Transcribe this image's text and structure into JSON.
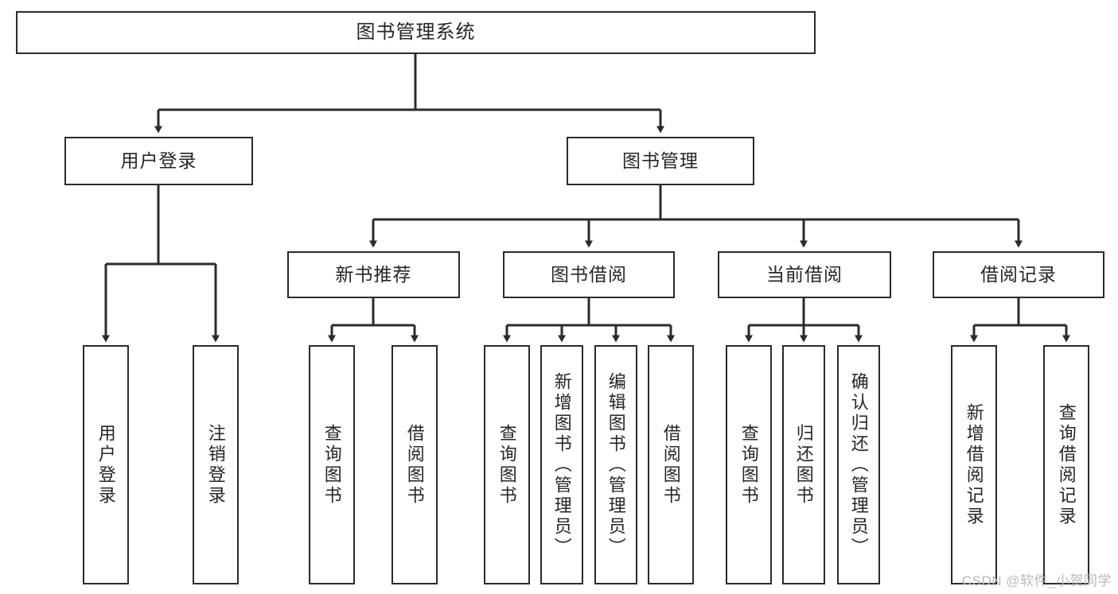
{
  "diagram": {
    "title": "图书管理系统",
    "type": "tree-hierarchy",
    "stroke_color": "#2b2b2b",
    "text_color": "#262626",
    "background_color": "#ffffff",
    "watermark": "CSDN @软件_小贺同学",
    "nodes": {
      "root": {
        "label": "图书管理系统"
      },
      "level1": [
        {
          "id": "user-login",
          "label": "用户登录"
        },
        {
          "id": "book-manage",
          "label": "图书管理"
        }
      ],
      "level2": [
        {
          "id": "new-book-recommend",
          "label": "新书推荐"
        },
        {
          "id": "book-borrow",
          "label": "图书借阅"
        },
        {
          "id": "current-borrow",
          "label": "当前借阅"
        },
        {
          "id": "borrow-record",
          "label": "借阅记录"
        }
      ],
      "leaves": {
        "user_login": [
          {
            "id": "leaf-user-login",
            "label": "用户登录"
          },
          {
            "id": "leaf-logout-login",
            "label": "注销登录"
          }
        ],
        "new_book_recommend": [
          {
            "id": "leaf-query-book-1",
            "label": "查询图书"
          },
          {
            "id": "leaf-borrow-book-1",
            "label": "借阅图书"
          }
        ],
        "book_borrow": [
          {
            "id": "leaf-query-book-2",
            "label": "查询图书"
          },
          {
            "id": "leaf-add-book",
            "label": "新增图书（管理员）"
          },
          {
            "id": "leaf-edit-book",
            "label": "编辑图书（管理员）"
          },
          {
            "id": "leaf-borrow-book-2",
            "label": "借阅图书"
          }
        ],
        "current_borrow": [
          {
            "id": "leaf-query-book-3",
            "label": "查询图书"
          },
          {
            "id": "leaf-return-book",
            "label": "归还图书"
          },
          {
            "id": "leaf-confirm-return",
            "label": "确认归还（管理员）"
          }
        ],
        "borrow_record": [
          {
            "id": "leaf-add-borrow-record",
            "label": "新增借阅记录"
          },
          {
            "id": "leaf-query-borrow-record",
            "label": "查询借阅记录"
          }
        ]
      }
    }
  }
}
